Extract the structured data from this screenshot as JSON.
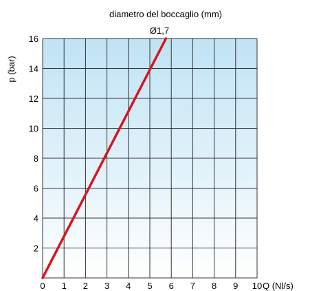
{
  "chart_data": {
    "type": "line",
    "title": "diametro del boccaglio (mm)",
    "xlabel": "Q (Nl/s)",
    "ylabel": "p (bar)",
    "xlim": [
      0,
      10
    ],
    "ylim": [
      0,
      16
    ],
    "x_ticks": [
      "0",
      "1",
      "2",
      "3",
      "4",
      "5",
      "6",
      "7",
      "8",
      "9",
      "10"
    ],
    "y_ticks": [
      "2",
      "4",
      "6",
      "8",
      "10",
      "12",
      "14",
      "16"
    ],
    "grid": true,
    "background_gradient": [
      "#ffffff",
      "#bfe3f5"
    ],
    "series": [
      {
        "name": "Ø1,7",
        "color": "#d7141f",
        "x": [
          0,
          5.75
        ],
        "y": [
          0,
          16
        ]
      }
    ]
  }
}
